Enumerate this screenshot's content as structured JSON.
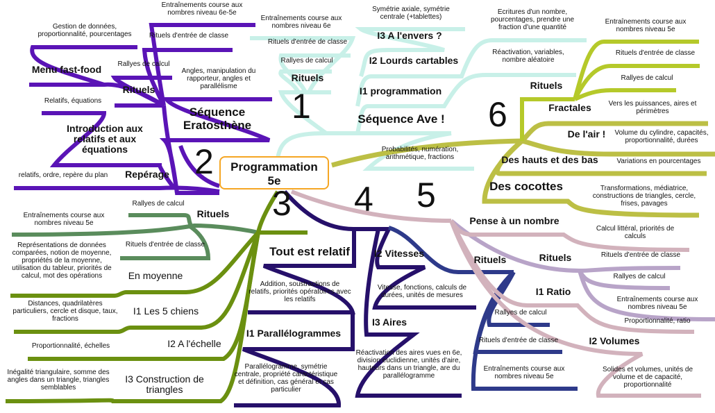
{
  "center": {
    "title": "Programmation",
    "subtitle": "5e",
    "border_color": "#f5a623"
  },
  "colors": {
    "b1": "#c8f0e8",
    "b2": "#5a14b6",
    "b3": "#6b9010",
    "b3_rituels": "#5a8c5c",
    "b4": "#26106a",
    "b5": "#2e3a8a",
    "pink": "#d2b2bc",
    "lavender": "#b8a4c8",
    "b6a": "#b5c92a",
    "b6b": "#bcbf45"
  },
  "b1": {
    "number": "1",
    "items": [
      "Entraînements course aux nombres niveau 6e",
      "Rituels d'entrée de classe",
      "Rallyes de calcul",
      "Rituels",
      "Symétrie axiale, symétrie centrale (+tablettes)",
      "I3 A l'envers ?",
      "I2 Lourds cartables",
      "I1 programmation",
      "Séquence Ave !",
      "Ecritures d'un nombre, pourcentages, prendre une fraction d'une quantité",
      "Réactivation, variables, nombre aléatoire",
      "Probabilités, numération, arithmétique, fractions"
    ]
  },
  "b2": {
    "number": "2",
    "items": [
      "Entraînements course aux nombres niveau 6e-5e",
      "Gestion de données, proportionnalité, pourcentages",
      "Rituels d'entrée de classe",
      "Menu fast-food",
      "Rallyes de calcul",
      "Rituels",
      "Angles, manipulation du rapporteur, angles et parallélisme",
      "Relatifs, équations",
      "Séquence Eratosthène",
      "Introduction aux relatifs et aux équations",
      "Repérage",
      "relatifs, ordre, repère du plan"
    ]
  },
  "b3": {
    "number": "3",
    "items": [
      "Rallyes de calcul",
      "Rituels",
      "Entraînements course aux nombres niveau 5e",
      "Rituels d'entrée de classe",
      "Représentations de données comparées, notion de moyenne, propriétés de la moyenne, utilisation du tableur, priorités de calcul, mot des opérations",
      "En moyenne",
      "Distances, quadrilatères particuliers, cercle et disque, taux, fractions",
      "I1 Les 5 chiens",
      "Proportionnalité, échelles",
      "I2 A l'échelle",
      "Inégalité triangulaire, somme des angles dans un triangle, triangles semblables",
      "I3 Construction de triangles"
    ]
  },
  "b4": {
    "number": "4",
    "items": [
      "Tout est relatif",
      "Addition, soustractions de relatifs, priorités opératoires avec les relatifs",
      "I1 Parallélogrammes",
      "Parallélogramme, symétrie centrale, propriété caractéristique et définition, cas général et cas particulier",
      "I2 Vitesses",
      "Vitesse, fonctions, calculs de durées, unités de mesures",
      "I3 Aires",
      "Réactivation des aires vues en 6e, division euclidienne, unités d'aire, hauteurs dans un triangle, are du parallélogramme"
    ]
  },
  "b5": {
    "number": "5",
    "items": [
      "Rituels",
      "Rallyes de calcul",
      "Rituels d'entrée de classe",
      "Entraînements course aux nombres niveau 5e",
      "Pense à un nombre",
      "Calcul littéral, priorités de calculs",
      "Rituels",
      "Rituels d'entrée de classe",
      "Rallyes de calcul",
      "Entraînements course aux nombres niveau 5e",
      "Proportionnalité, ratio",
      "I1 Ratio",
      "I2 Volumes",
      "Solides et volumes, unités de volume et de capacité, proportionnalité"
    ]
  },
  "b6": {
    "number": "6",
    "items": [
      "Entraînements course aux nombres niveau 5e",
      "Rituels d'entrée de classe",
      "Rallyes de calcul",
      "Rituels",
      "Fractales",
      "Vers les puissances, aires et périmètres",
      "De l'air !",
      "Volume du cylindre, capacités, proportionnalité, durées",
      "Des hauts et des bas",
      "Variations en pourcentages",
      "Des cocottes",
      "Transformations, médiatrice, constructions de triangles, cercle, frises, pavages"
    ]
  }
}
